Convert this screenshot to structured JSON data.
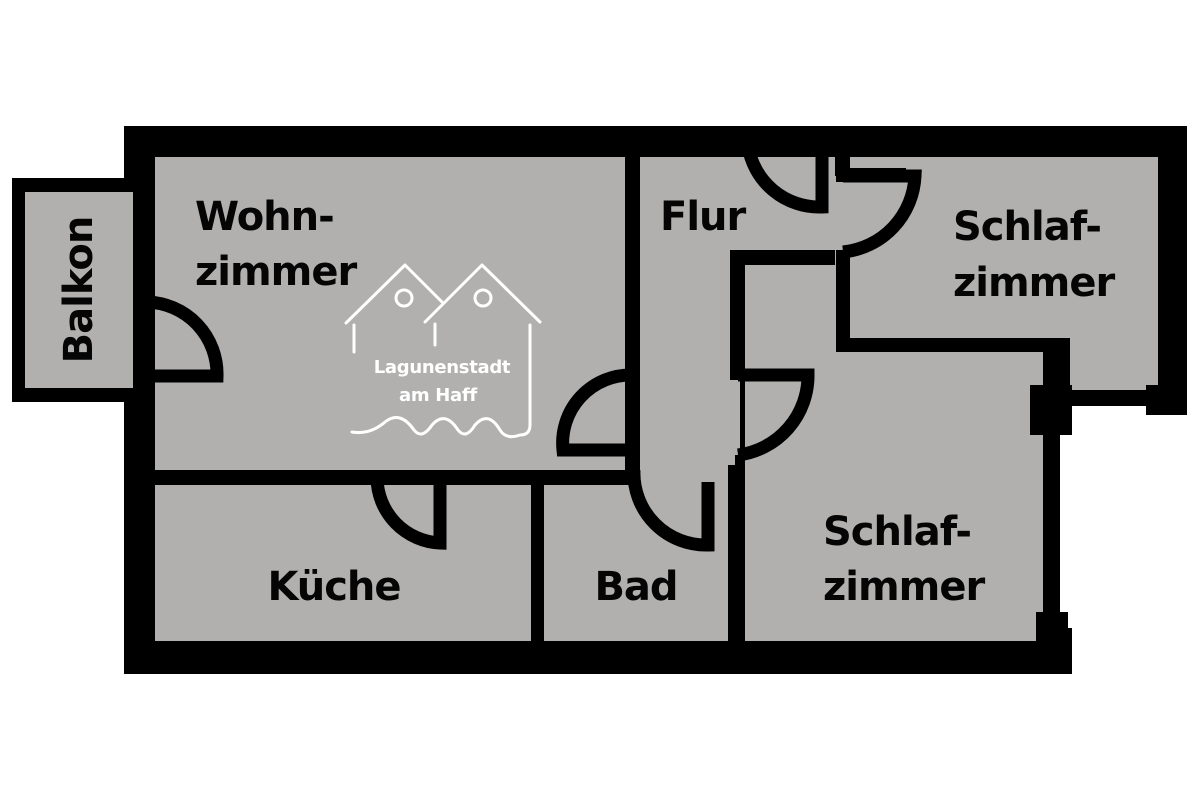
{
  "colors": {
    "wall": "#000000",
    "floor": "#b1b0ae",
    "background": "#ffffff",
    "label": "#050505",
    "logo": "#ffffff"
  },
  "rooms": {
    "balkon": {
      "label": "Balkon"
    },
    "wohnzimmer": {
      "line1": "Wohn-",
      "line2": "zimmer"
    },
    "flur": {
      "label": "Flur"
    },
    "schlafzimmer_north": {
      "line1": "Schlaf-",
      "line2": "zimmer"
    },
    "schlafzimmer_south": {
      "line1": "Schlaf-",
      "line2": "zimmer"
    },
    "kueche": {
      "label": "Küche"
    },
    "bad": {
      "label": "Bad"
    }
  },
  "logo": {
    "line1": "Lagunenstadt",
    "line2": "am Haff",
    "icon": "two-houses-on-waves-logo"
  }
}
